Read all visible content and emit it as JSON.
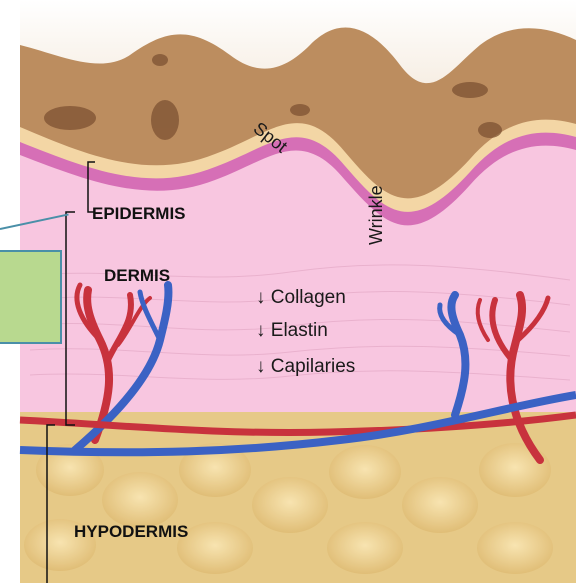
{
  "labels": {
    "spot": "Spot",
    "wrinkle": "Wrinkle",
    "epidermis": "EPIDERMIS",
    "dermis": "DERMIS",
    "hypodermis": "HYPODERMIS",
    "collagen": "↓ Collagen",
    "elastin": "↓  Elastin",
    "capilaries": "↓ Capilaries"
  },
  "colors": {
    "background": "#ffffff",
    "hypodermis_fat": "#e9cf8c",
    "dermis": "#f7c3df",
    "epidermis_band": "#d872b8",
    "surface_layer": "#b98b5f",
    "surface_cream": "#f2d7a6",
    "artery": "#c8323d",
    "vein": "#3b62c4",
    "callout_fill": "#b8d98f",
    "callout_border": "#4a8fa8"
  }
}
